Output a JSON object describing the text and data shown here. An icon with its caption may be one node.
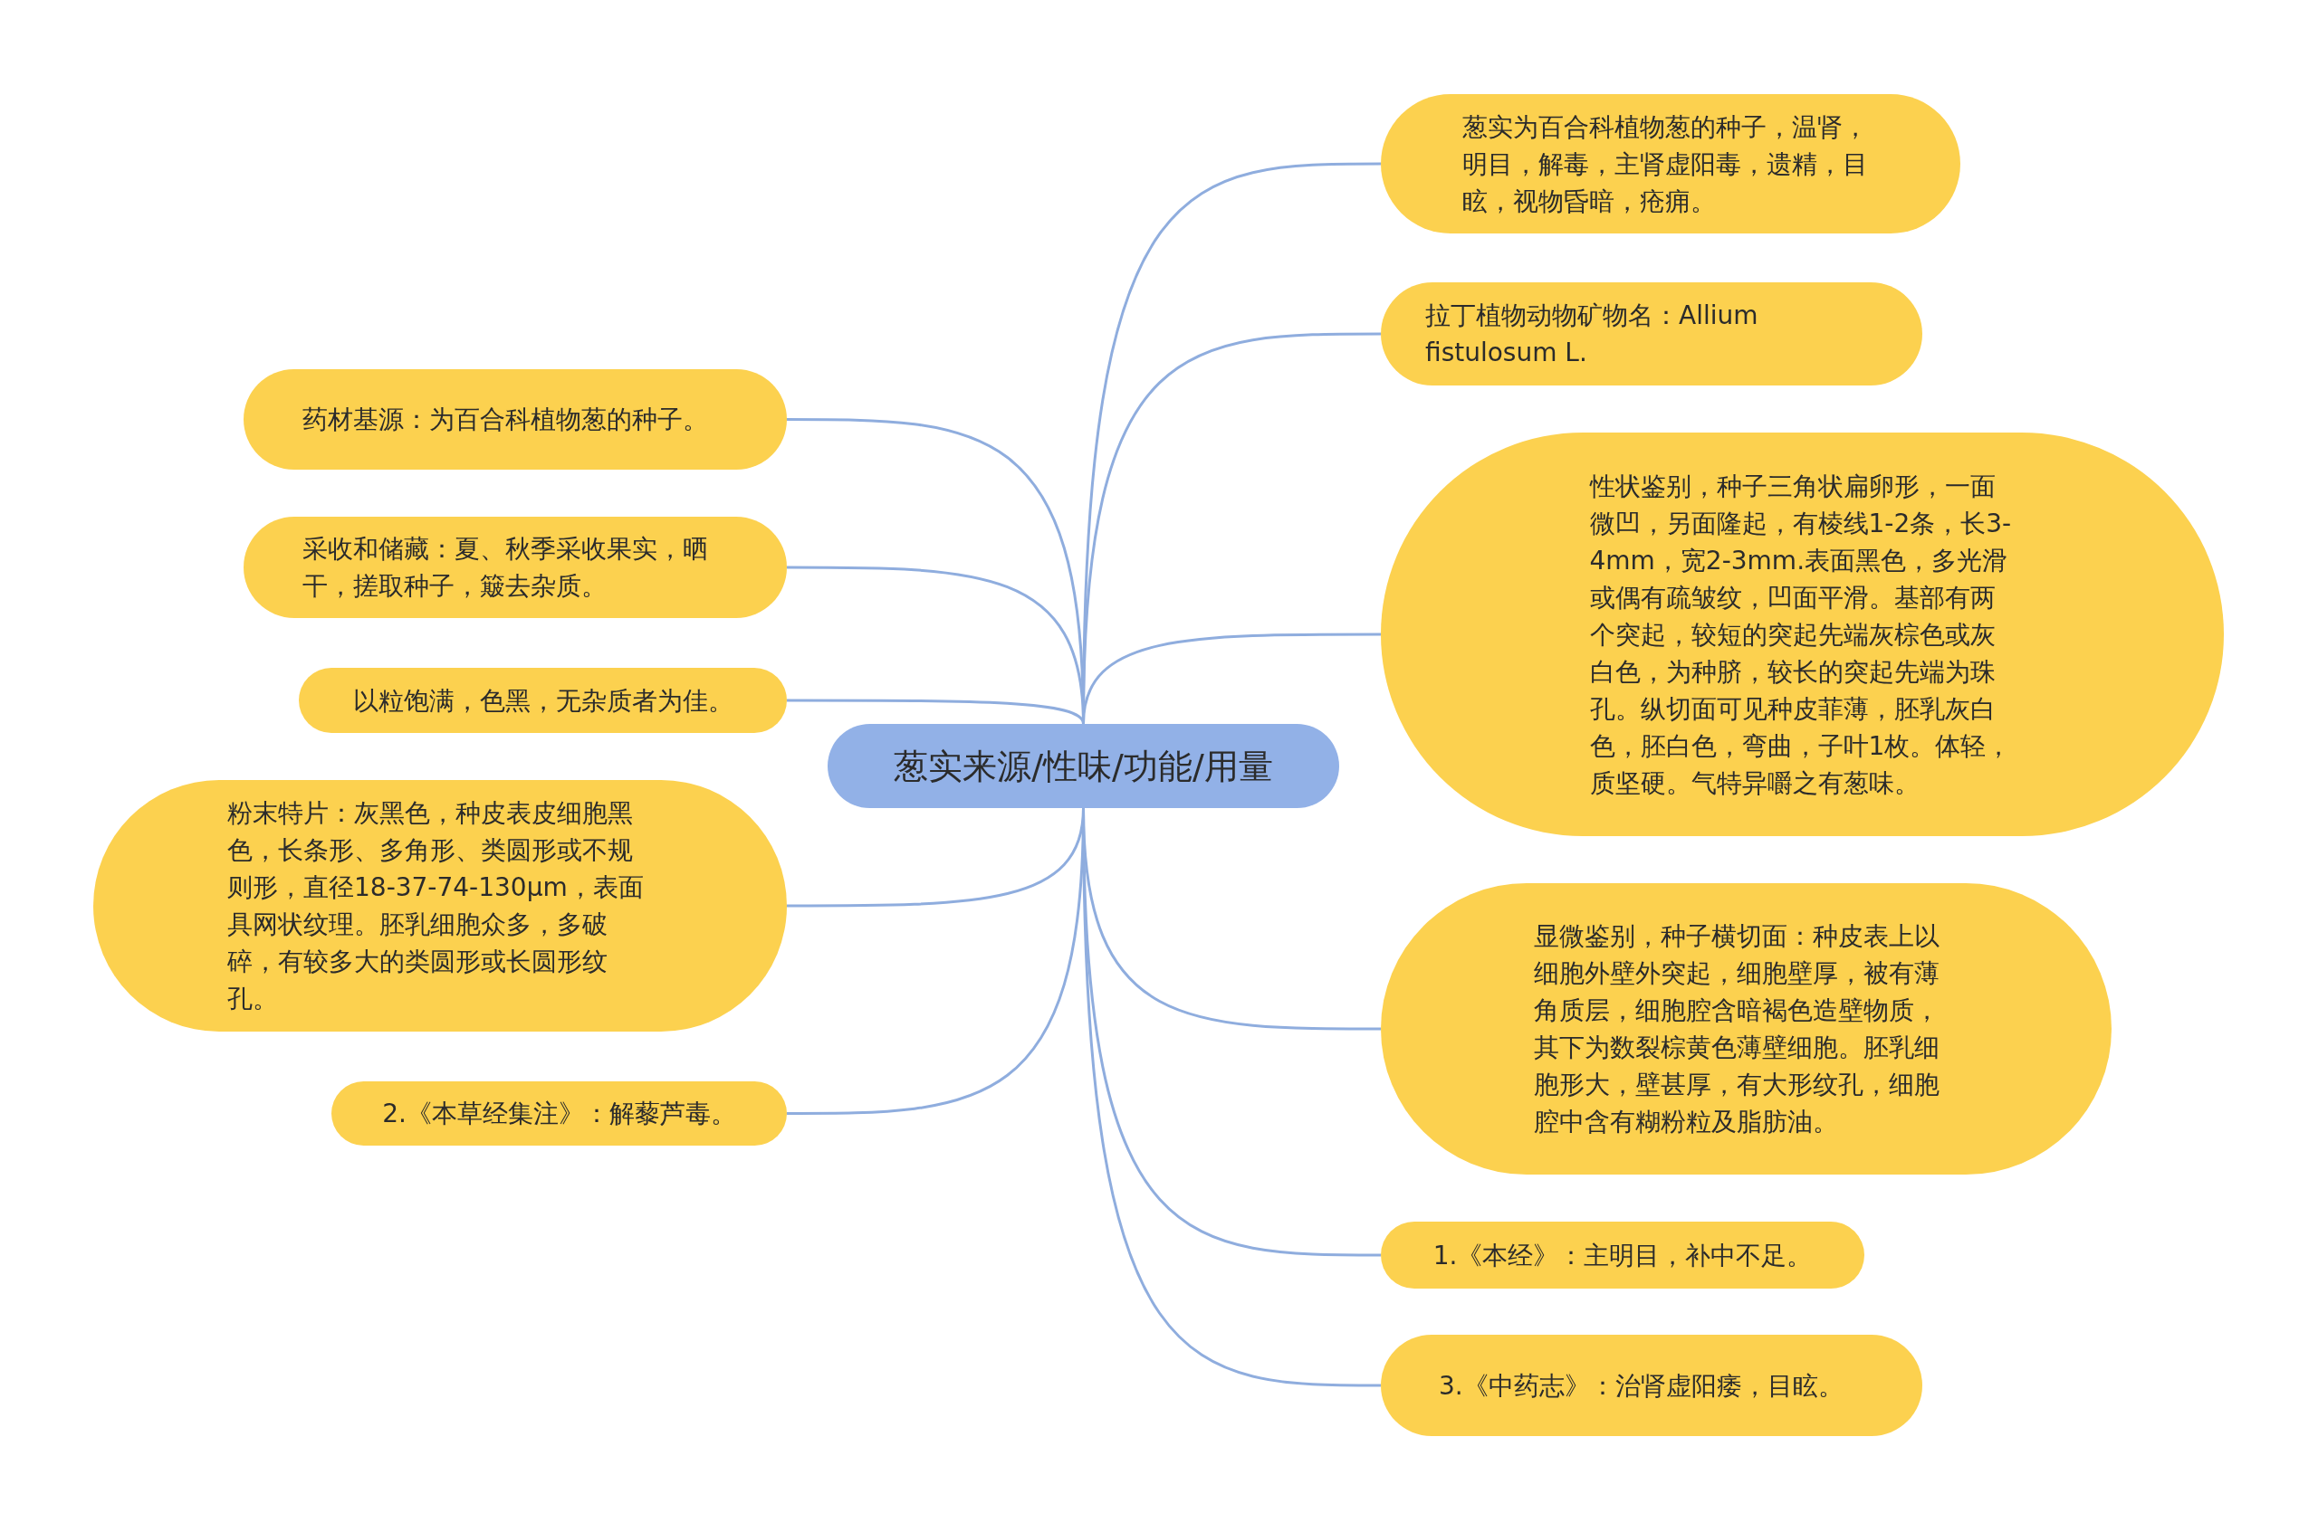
{
  "diagram": {
    "nodes": [
      {
        "text": [
          "葱实来源/性味/功能/用量"
        ]
      },
      {
        "text": [
          "药材基源：为百合科植物葱的种子。"
        ]
      },
      {
        "text": [
          "采收和储藏：夏、秋季采收果实，晒干，搓取种子，簸去杂质。"
        ]
      },
      {
        "text": [
          "以粒饱满，色黑，无杂质者为佳。"
        ]
      },
      {
        "text": [
          "粉末特片：灰黑色，种皮表皮细胞黑色，长条形、多角形、类圆形或不规则形，直径18-37-74-130μm，表面具网状纹理。胚乳细胞众多，多破碎，有较多大的类圆形或长圆形纹孔。"
        ]
      },
      {
        "text": [
          "2.《本草经集注》：解藜芦毒。"
        ]
      },
      {
        "text": [
          "葱实为百合科植物葱的种子，温肾，明目，解毒，主肾虚阳毒，遗精，目眩，视物昏暗，疮痈。"
        ]
      },
      {
        "text": [
          "拉丁植物动物矿物名：Allium fistulosum L."
        ]
      },
      {
        "text": [
          "性状鉴别，种子三角状扁卵形，一面微凹，另面隆起，有棱线1-2条，长3-4mm，宽2-3mm.表面黑色，多光滑或偶有疏皱纹，凹面平滑。基部有两个突起，较短的突起先端灰棕色或灰白色，为种脐，较长的突起先端为珠孔。纵切面可见种皮菲薄，胚乳灰白色，胚白色，弯曲，子叶1枚。体轻，质坚硬。气特异嚼之有葱味。"
        ]
      },
      {
        "text": [
          "显微鉴别，种子横切面：种皮表上以细胞外壁外突起，细胞壁厚，被有薄角质层，细胞腔含暗褐色造壁物质，其下为数裂棕黄色薄壁细胞。胚乳细胞形大，壁甚厚，有大形纹孔，细胞腔中含有糊粉粒及脂肪油。"
        ]
      },
      {
        "text": [
          "1.《本经》：主明目，补中不足。"
        ]
      },
      {
        "text": [
          "3.《中药志》：治肾虚阳痿，目眩。"
        ]
      }
    ],
    "edges": [
      {
        "from": 0,
        "to": 1,
        "arrow": "none"
      },
      {
        "from": 0,
        "to": 2,
        "arrow": "none"
      },
      {
        "from": 0,
        "to": 3,
        "arrow": "none"
      },
      {
        "from": 0,
        "to": 4,
        "arrow": "none"
      },
      {
        "from": 0,
        "to": 5,
        "arrow": "none"
      },
      {
        "from": 0,
        "to": 6,
        "arrow": "none"
      },
      {
        "from": 0,
        "to": 7,
        "arrow": "none"
      },
      {
        "from": 0,
        "to": 8,
        "arrow": "none"
      },
      {
        "from": 0,
        "to": 9,
        "arrow": "none"
      },
      {
        "from": 0,
        "to": 10,
        "arrow": "none"
      },
      {
        "from": 0,
        "to": 11,
        "arrow": "none"
      }
    ]
  }
}
